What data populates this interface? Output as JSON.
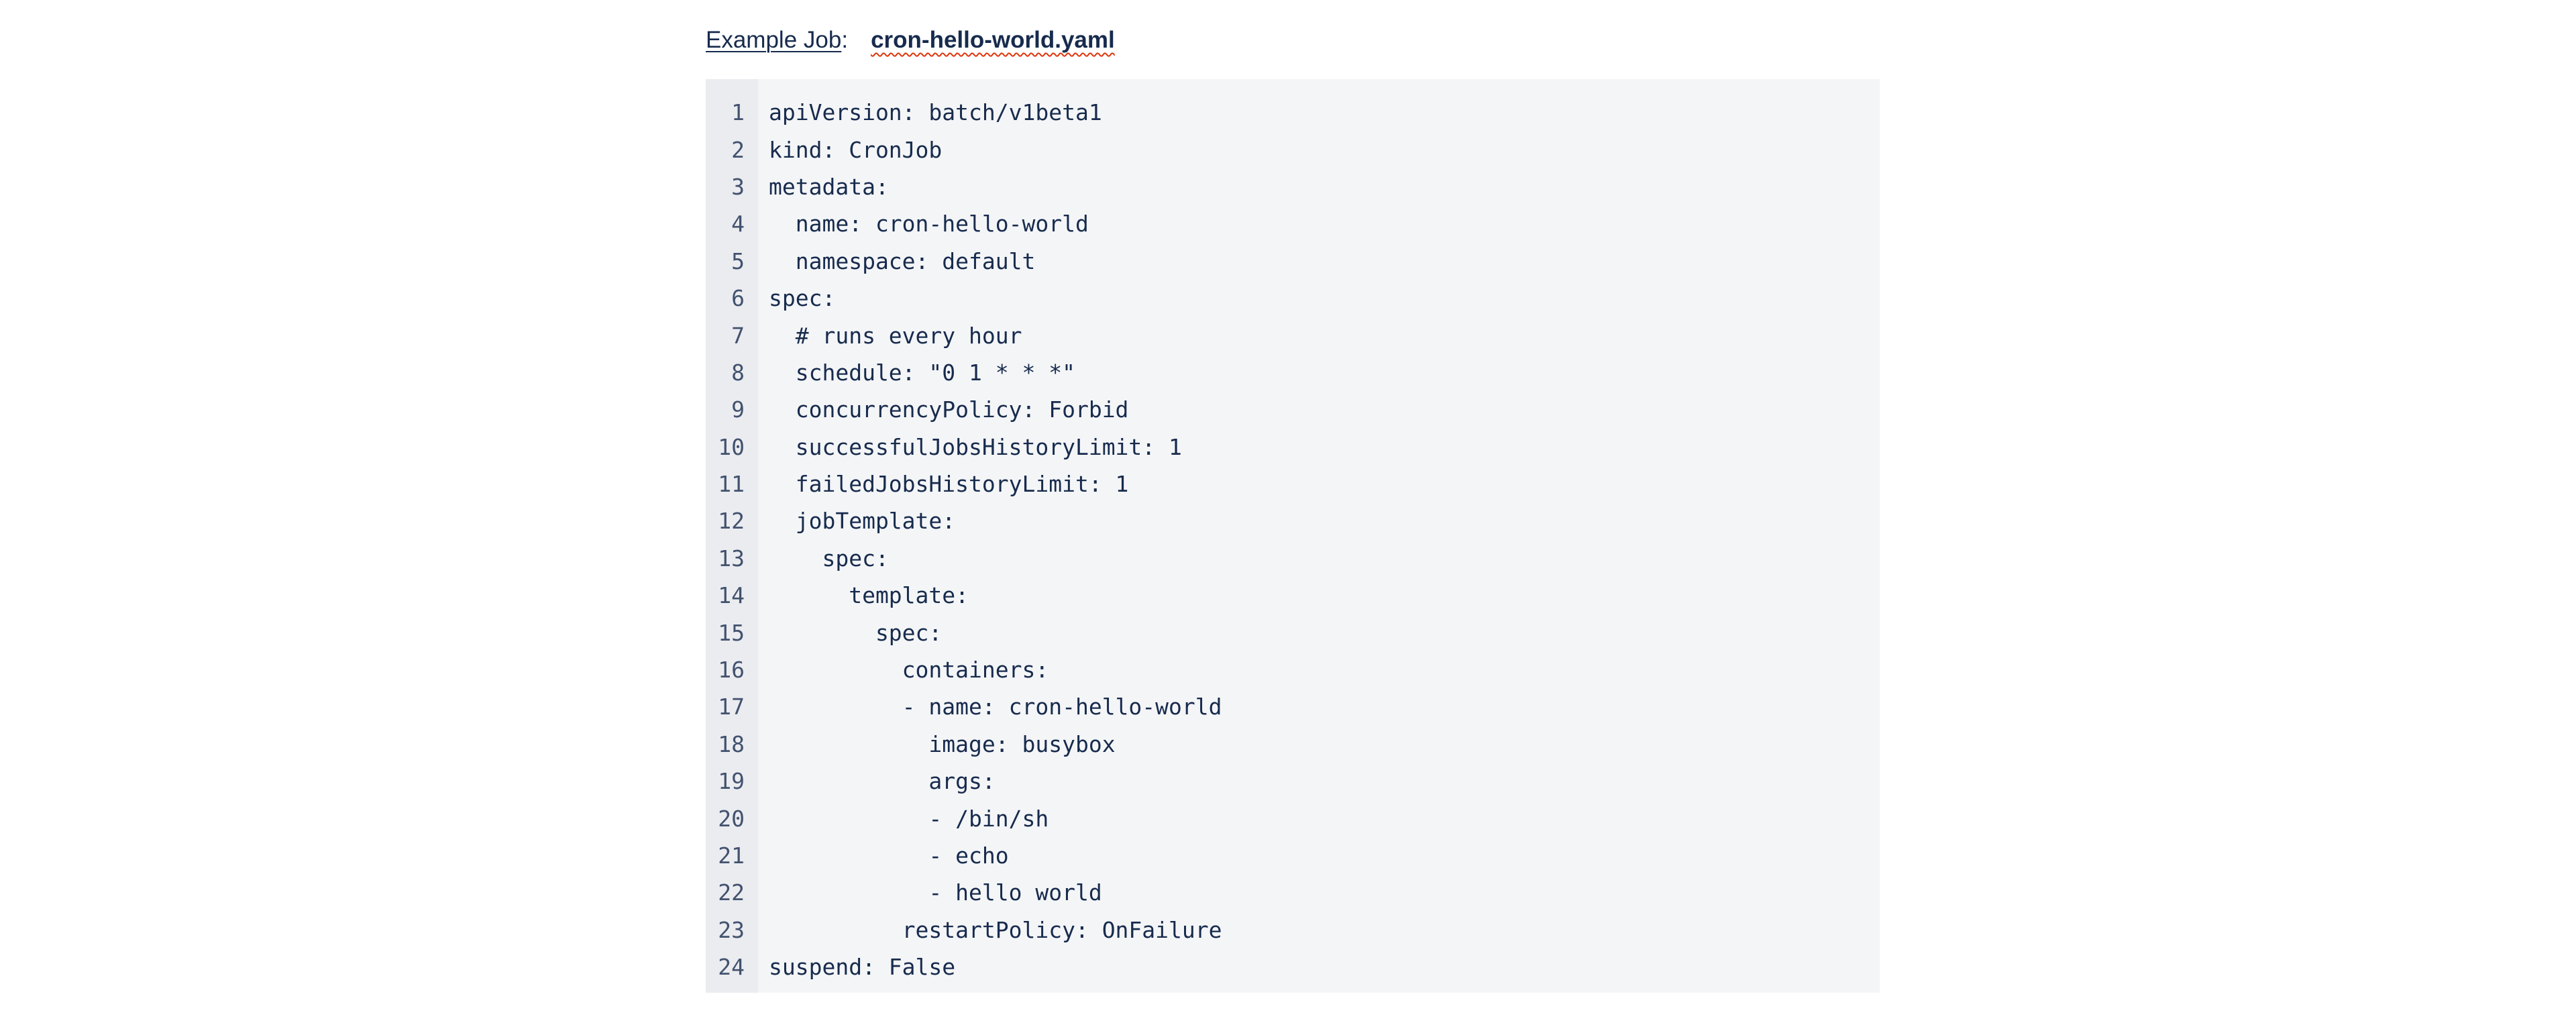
{
  "header": {
    "label": "Example Job",
    "colon": ":",
    "filename": "cron-hello-world.yaml"
  },
  "code": {
    "lines": [
      {
        "num": "1",
        "text": "apiVersion: batch/v1beta1"
      },
      {
        "num": "2",
        "text": "kind: CronJob"
      },
      {
        "num": "3",
        "text": "metadata:"
      },
      {
        "num": "4",
        "text": "  name: cron-hello-world"
      },
      {
        "num": "5",
        "text": "  namespace: default"
      },
      {
        "num": "6",
        "text": "spec:"
      },
      {
        "num": "7",
        "text": "  # runs every hour"
      },
      {
        "num": "8",
        "text": "  schedule: \"0 1 * * *\""
      },
      {
        "num": "9",
        "text": "  concurrencyPolicy: Forbid"
      },
      {
        "num": "10",
        "text": "  successfulJobsHistoryLimit: 1"
      },
      {
        "num": "11",
        "text": "  failedJobsHistoryLimit: 1"
      },
      {
        "num": "12",
        "text": "  jobTemplate:"
      },
      {
        "num": "13",
        "text": "    spec:"
      },
      {
        "num": "14",
        "text": "      template:"
      },
      {
        "num": "15",
        "text": "        spec:"
      },
      {
        "num": "16",
        "text": "          containers:"
      },
      {
        "num": "17",
        "text": "          - name: cron-hello-world"
      },
      {
        "num": "18",
        "text": "            image: busybox"
      },
      {
        "num": "19",
        "text": "            args:"
      },
      {
        "num": "20",
        "text": "            - /bin/sh"
      },
      {
        "num": "21",
        "text": "            - echo"
      },
      {
        "num": "22",
        "text": "            - hello world"
      },
      {
        "num": "23",
        "text": "          restartPolicy: OnFailure"
      },
      {
        "num": "24",
        "text": "suspend: False"
      }
    ]
  }
}
